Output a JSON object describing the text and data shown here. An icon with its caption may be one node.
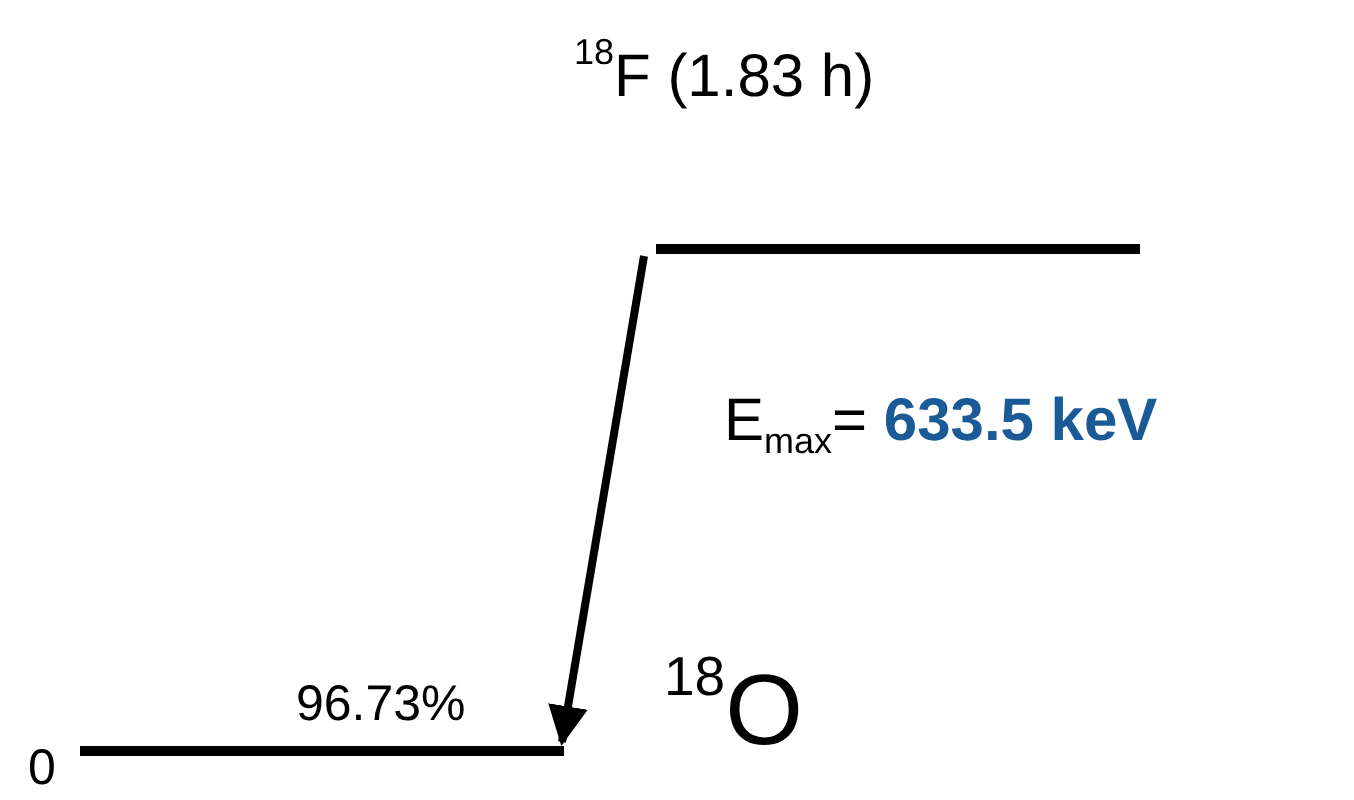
{
  "diagram": {
    "nodes": [
      {
        "text": [],
        "shape": "bar",
        "beside": [
          "$^{18}$F (1.83 h)"
        ]
      },
      {
        "text": [],
        "shape": "bar",
        "beside": [
          "0",
          "$^{18}$O"
        ]
      }
    ],
    "edges": [
      {
        "from": 0,
        "to": 1,
        "arrow": "to",
        "label": "E$_{max}$= **633.5 keV**"
      }
    ],
    "labels": [
      "96.73%"
    ]
  }
}
